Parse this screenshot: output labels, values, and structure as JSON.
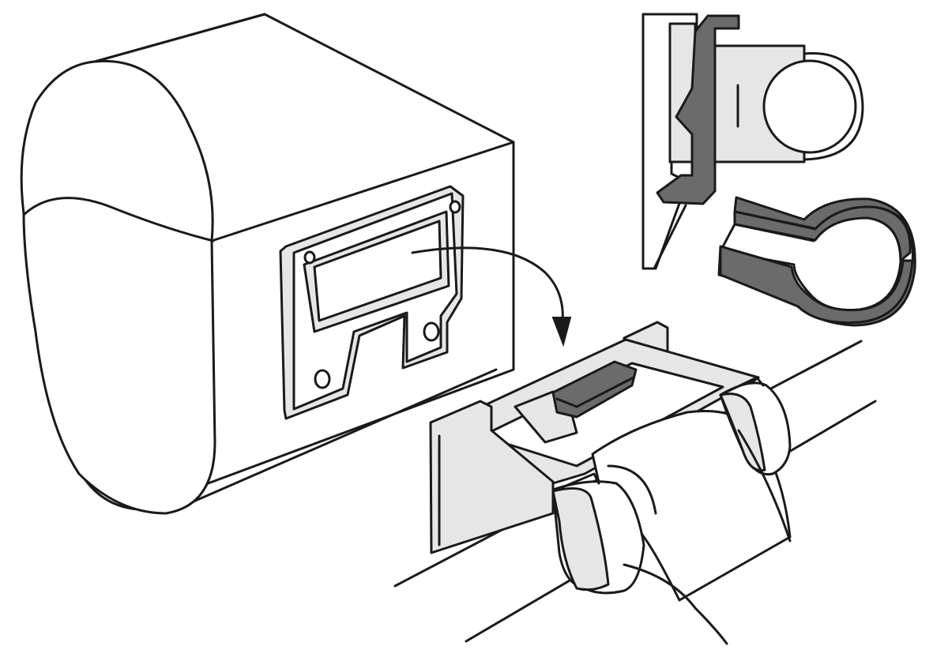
{
  "figure": {
    "kind": "assembly-illustration",
    "parts": [
      {
        "id": "housing",
        "icon": "cylindrical-housing-icon"
      },
      {
        "id": "mounting-plate",
        "icon": "mounting-plate-icon"
      },
      {
        "id": "insertion-arrow",
        "icon": "curved-arrow-icon"
      },
      {
        "id": "bracket-assembly",
        "icon": "bracket-on-pipe-icon"
      },
      {
        "id": "detail-cross-section",
        "icon": "clip-cross-section-icon"
      },
      {
        "id": "u-clip",
        "icon": "u-clip-icon"
      }
    ],
    "colors": {
      "outline": "#1a1a1a",
      "light_fill": "#e6e6e6",
      "dark_fill": "#6b6b6b",
      "background": "#ffffff"
    }
  }
}
